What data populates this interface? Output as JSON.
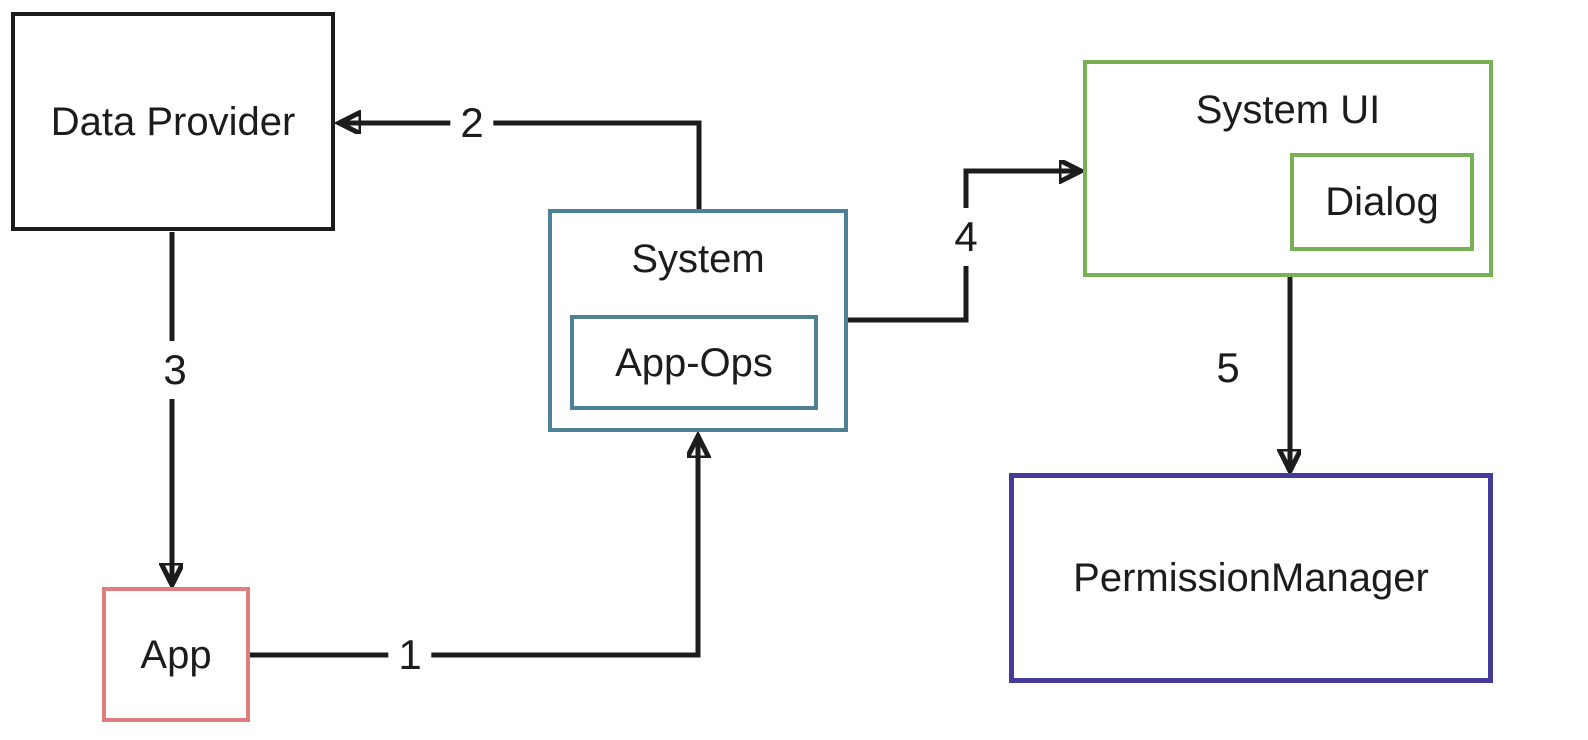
{
  "diagram": {
    "type": "flow-diagram",
    "background": "#ffffff",
    "arrow_color": "#1c1c1c",
    "nodes": {
      "data_provider": {
        "label": "Data Provider",
        "border_color": "#1c1c1c"
      },
      "app": {
        "label": "App",
        "border_color": "#e07e7e"
      },
      "system": {
        "label": "System",
        "border_color": "#4e8195",
        "contains": [
          "app_ops"
        ]
      },
      "app_ops": {
        "label": "App-Ops",
        "border_color": "#4e8195",
        "inside": "system"
      },
      "system_ui": {
        "label": "System UI",
        "border_color": "#76b254",
        "contains": [
          "dialog"
        ]
      },
      "dialog": {
        "label": "Dialog",
        "border_color": "#76b254",
        "inside": "system_ui"
      },
      "permission_manager": {
        "label": "PermissionManager",
        "border_color": "#443a9a"
      }
    },
    "edges": [
      {
        "label": "1",
        "from": "app",
        "to": "system"
      },
      {
        "label": "2",
        "from": "system",
        "to": "data_provider"
      },
      {
        "label": "3",
        "from": "data_provider",
        "to": "app"
      },
      {
        "label": "4",
        "from": "system",
        "to": "system_ui"
      },
      {
        "label": "5",
        "from": "system_ui",
        "to": "permission_manager"
      }
    ]
  }
}
